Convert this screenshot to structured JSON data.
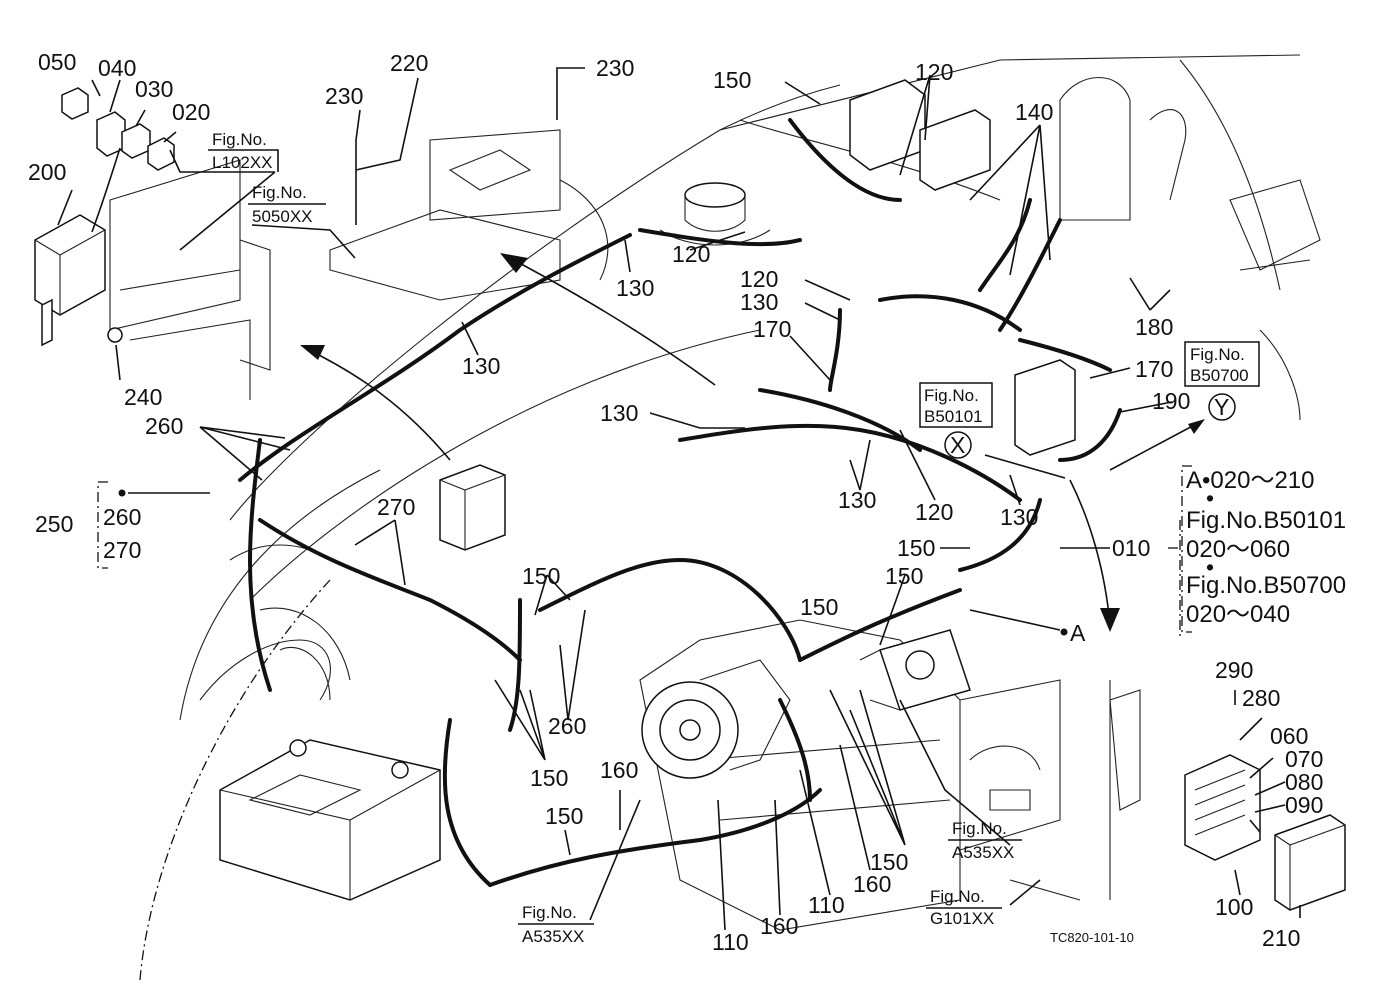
{
  "callouts": {
    "c050": "050",
    "c040": "040",
    "c030": "030",
    "c020": "020",
    "c200": "200",
    "c240": "240",
    "c260a": "260",
    "c250": "250",
    "c260b": "260",
    "c270a": "270",
    "c270b": "270",
    "c230a": "230",
    "c230b": "230",
    "c220": "220",
    "c150a": "150",
    "c120a": "120",
    "c140": "140",
    "c120b": "120",
    "c130a": "130",
    "c130b": "130",
    "c120c": "120",
    "c130c": "130",
    "c170a": "170",
    "c180": "180",
    "c170b": "170",
    "c190": "190",
    "c130d": "130",
    "c130e": "130",
    "c120d": "120",
    "c130f": "130",
    "c150b": "150",
    "c150c": "150",
    "c010": "010",
    "c150d": "150",
    "c150e": "150",
    "c260c": "260",
    "c150f": "150",
    "c160a": "160",
    "c150g": "150",
    "c110a": "110",
    "c160b": "160",
    "c110b": "110",
    "c160c": "160",
    "c150h": "150",
    "c290": "290",
    "c280": "280",
    "c060": "060",
    "c070": "070",
    "c080": "080",
    "c090": "090",
    "c100": "100",
    "c210": "210",
    "cA": "A",
    "cX": "X",
    "cY": "Y"
  },
  "fig_refs": {
    "l102_title": "Fig.No.",
    "l102_code": "L102XX",
    "f5050_title": "Fig.No.",
    "f5050_code": "5050XX",
    "b50101_title": "Fig.No.",
    "b50101_code": "B50101",
    "b50700_title": "Fig.No.",
    "b50700_code": "B50700",
    "a535_right_title": "Fig.No.",
    "a535_right_code": "A535XX",
    "g101_title": "Fig.No.",
    "g101_code": "G101XX",
    "a535_bottom_title": "Fig.No.",
    "a535_bottom_code": "A535XX"
  },
  "legend": {
    "line1": "A•020～210",
    "line2": "Fig.No.B50101",
    "line3": "020～060",
    "line4": "Fig.No.B50700",
    "line5": "020～040",
    "dot": "•"
  },
  "drawing_id": "TC820-101-10"
}
